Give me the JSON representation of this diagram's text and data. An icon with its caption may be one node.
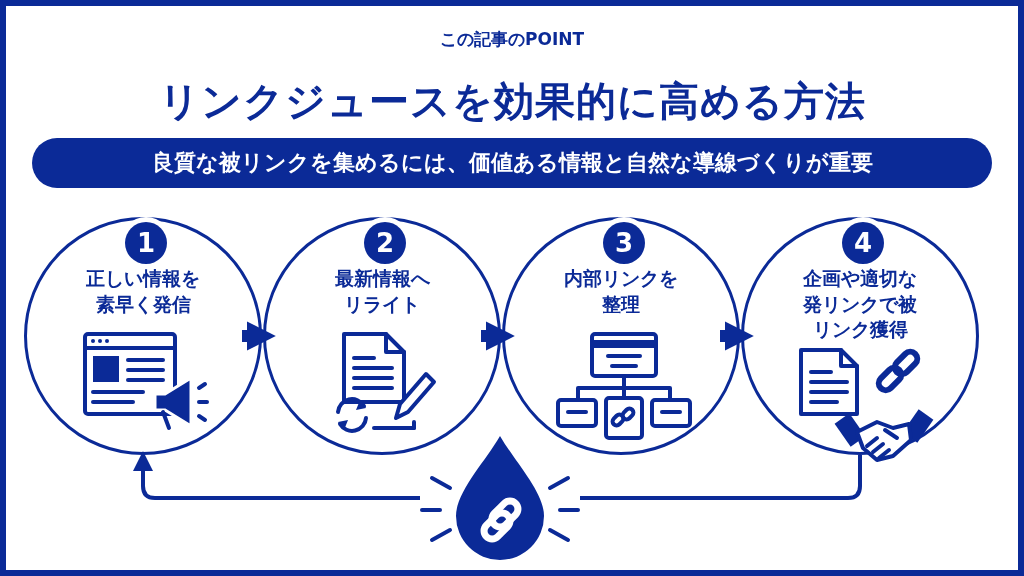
{
  "diagram": {
    "title": "リンクジュースを効果的に高める方法",
    "nodes": [
      {
        "text": [
          "良質な被リンクを集めるには、価値ある情報と自然な導線づくりが重要"
        ]
      },
      {
        "text": [
          "1",
          "正しい情報を素早く発信"
        ]
      },
      {
        "text": [
          "2",
          "最新情報へリライト"
        ]
      },
      {
        "text": [
          "3",
          "内部リンクを整理"
        ]
      },
      {
        "text": [
          "4",
          "企画や適切な発リンクで被リンク獲得"
        ]
      },
      {
        "text": [],
        "shape": "drop"
      }
    ],
    "edges": [
      {
        "from": 1,
        "to": 2,
        "arrow": "to"
      },
      {
        "from": 2,
        "to": 3,
        "arrow": "to"
      },
      {
        "from": 3,
        "to": 4,
        "arrow": "to"
      },
      {
        "from": 4,
        "to": 5,
        "arrow": "none"
      },
      {
        "from": 5,
        "to": 1,
        "arrow": "to"
      }
    ],
    "labels": [
      "この記事のPOINT"
    ]
  }
}
